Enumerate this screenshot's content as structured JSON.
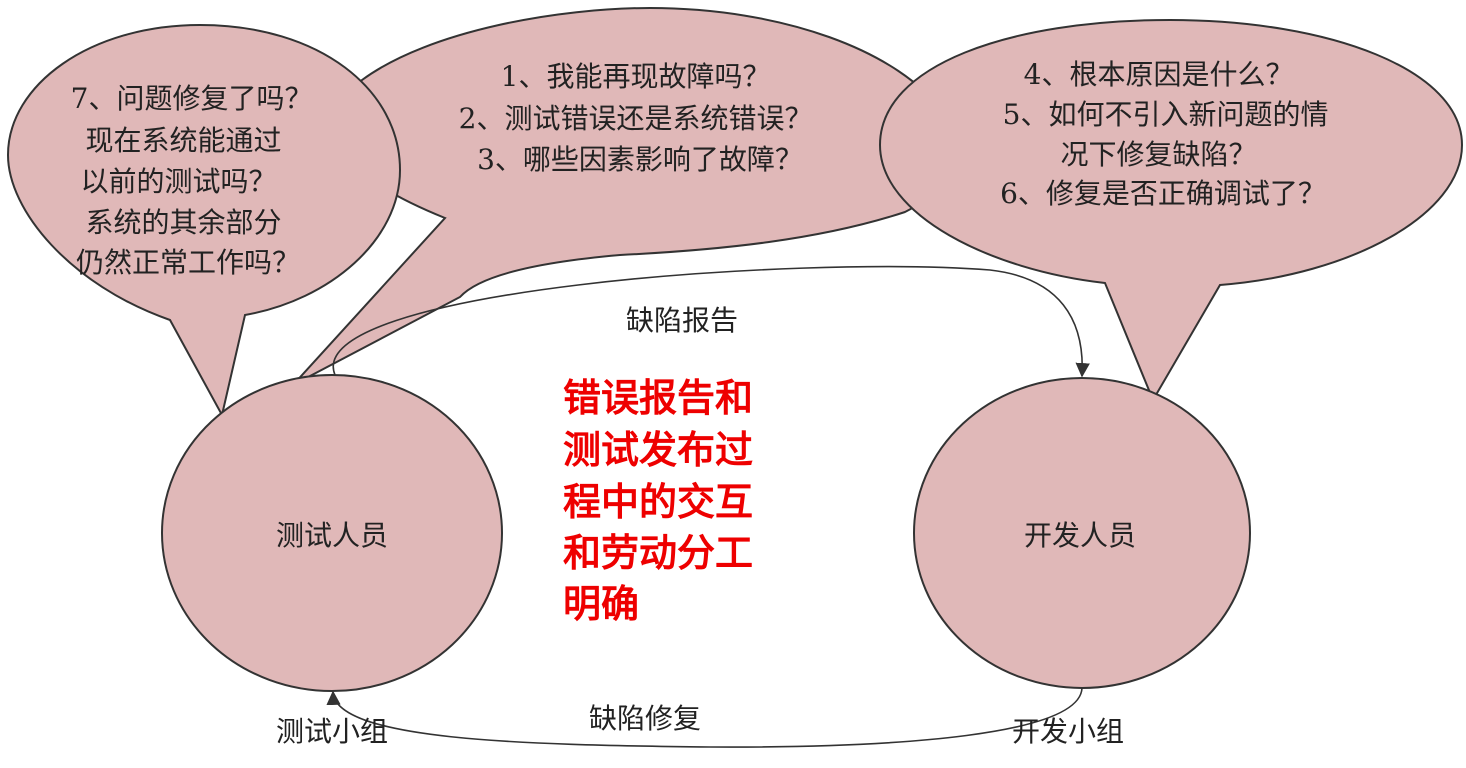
{
  "colors": {
    "bubble_fill": "#E0B8B8",
    "stroke": "#333333",
    "text": "#222222",
    "highlight": "#EE0000"
  },
  "bubbles": {
    "left": {
      "lines": [
        "7、问题修复了吗？",
        "现在系统能通过",
        "以前的测试吗？",
        "系统的其余部分",
        "仍然正常工作吗？"
      ]
    },
    "center": {
      "lines": [
        "1、我能再现故障吗？",
        "2、测试错误还是系统错误？",
        "3、哪些因素影响了故障？"
      ]
    },
    "right": {
      "lines": [
        "4、根本原因是什么？",
        "5、如何不引入新问题的情",
        "况下修复缺陷？",
        "6、修复是否正确调试了？"
      ]
    }
  },
  "nodes": {
    "tester": {
      "label": "测试人员",
      "caption": "测试小组"
    },
    "developer": {
      "label": "开发人员",
      "caption": "开发小组"
    }
  },
  "arrows": {
    "top_label": "缺陷报告",
    "bottom_label": "缺陷修复"
  },
  "highlight": {
    "lines": [
      "错误报告和",
      "测试发布过",
      "程中的交互",
      "和劳动分工",
      "明确"
    ]
  }
}
